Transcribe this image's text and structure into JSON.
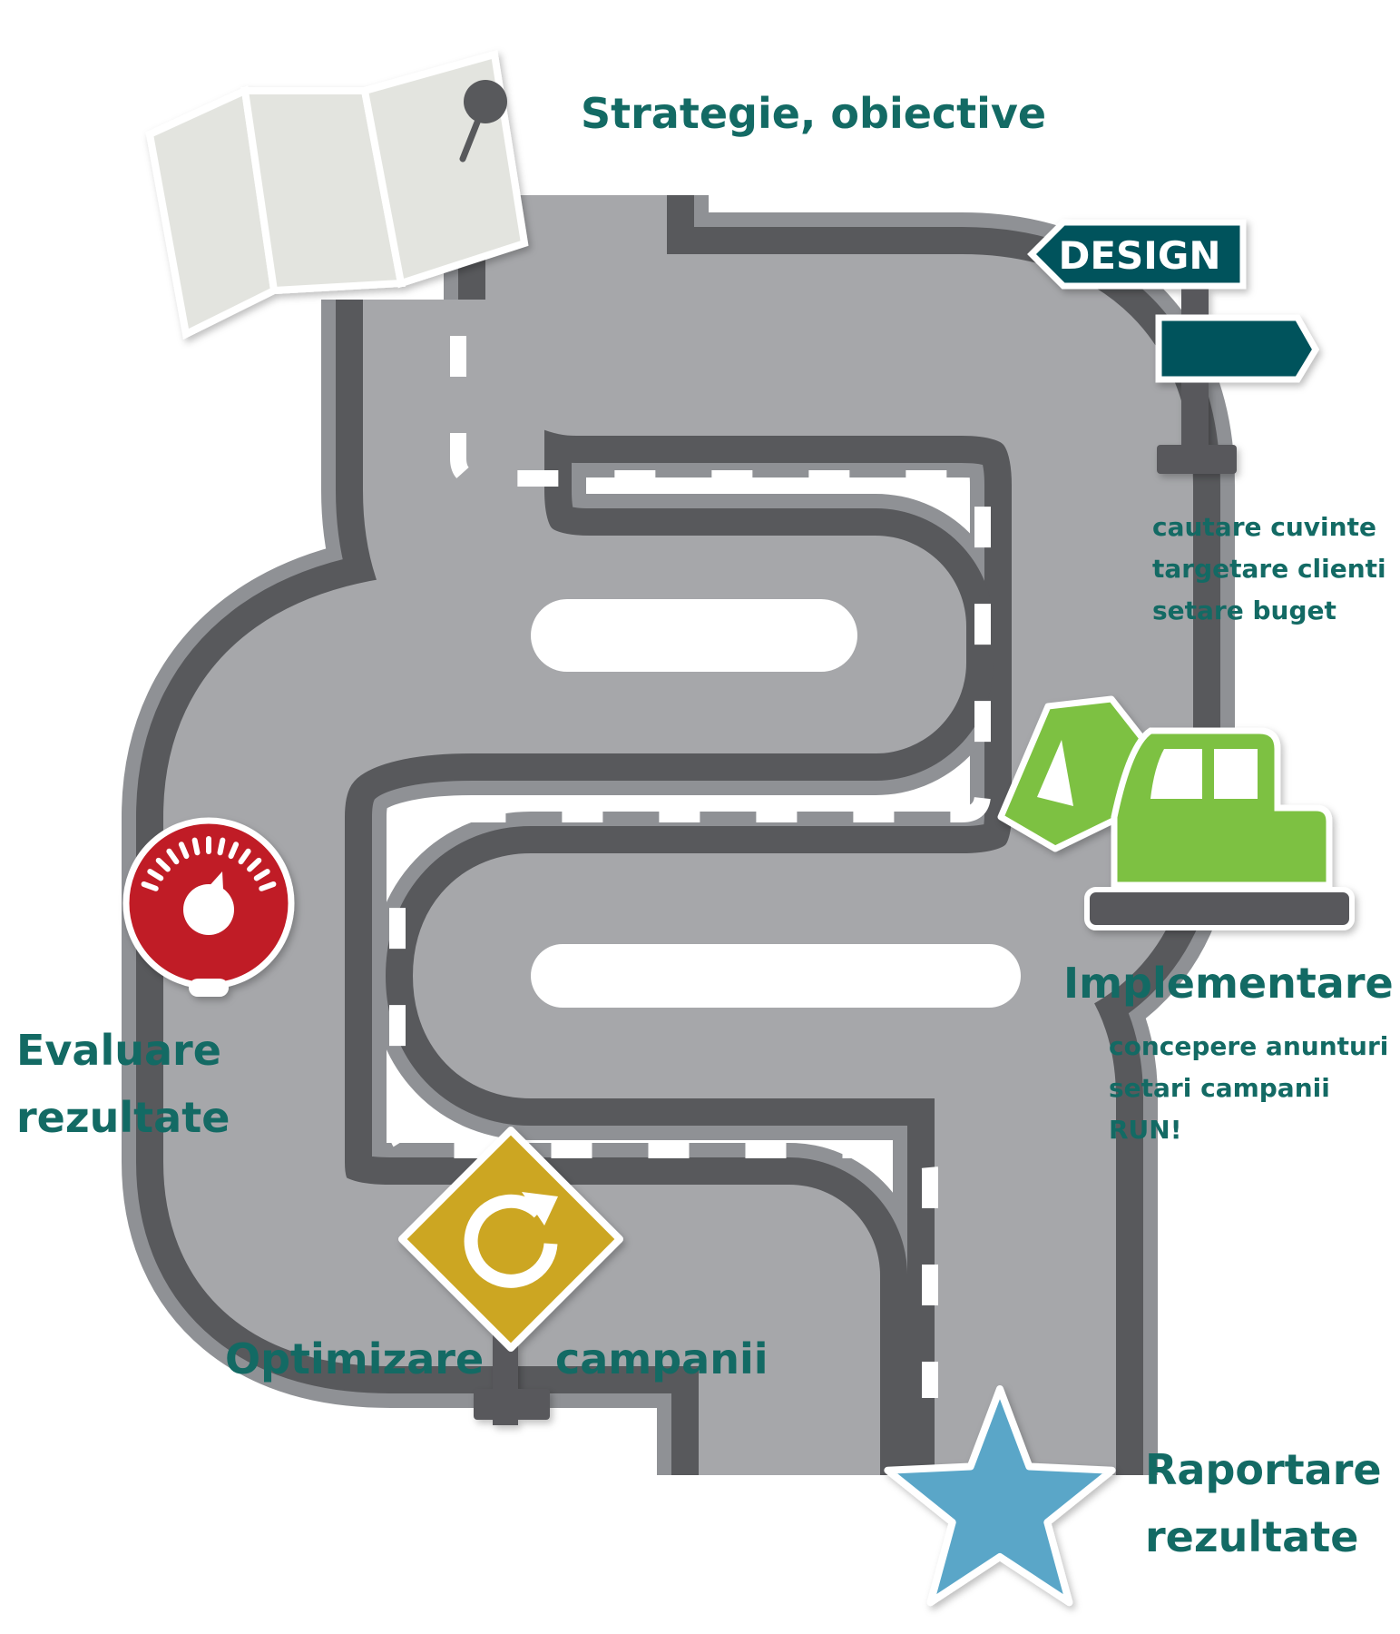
{
  "colors": {
    "teal_text": "#136a64",
    "road_edge": "#8f9195",
    "road_lane": "#58595c",
    "road_surface": "#a6a7aa",
    "dash": "#ffffff",
    "map_paper": "#e3e4df",
    "pin": "#58595c",
    "sign_board": "#00525c",
    "excavator": "#7dc142",
    "gauge_red": "#c01f27",
    "yield_gold": "#cca620",
    "star_blue": "#5aa6c8"
  },
  "icons": [
    "folded-map-icon",
    "map-pin-icon",
    "signpost-icon",
    "excavator-icon",
    "speedometer-icon",
    "refresh-sign-icon",
    "star-icon"
  ],
  "stages": {
    "strategy": {
      "title": "Strategie, obiective"
    },
    "design": {
      "sign_label": "DESIGN",
      "items": [
        "cautare cuvinte",
        "targetare clienti",
        "setare buget"
      ]
    },
    "implementation": {
      "title": "Implementare",
      "items": [
        "concepere anunturi",
        "setari campanii",
        "RUN!"
      ]
    },
    "evaluation": {
      "title_line1": "Evaluare",
      "title_line2": "rezultate"
    },
    "optimization": {
      "title_left": "Optimizare",
      "title_right": "campanii"
    },
    "reporting": {
      "title_line1": "Raportare",
      "title_line2": "rezultate"
    }
  }
}
